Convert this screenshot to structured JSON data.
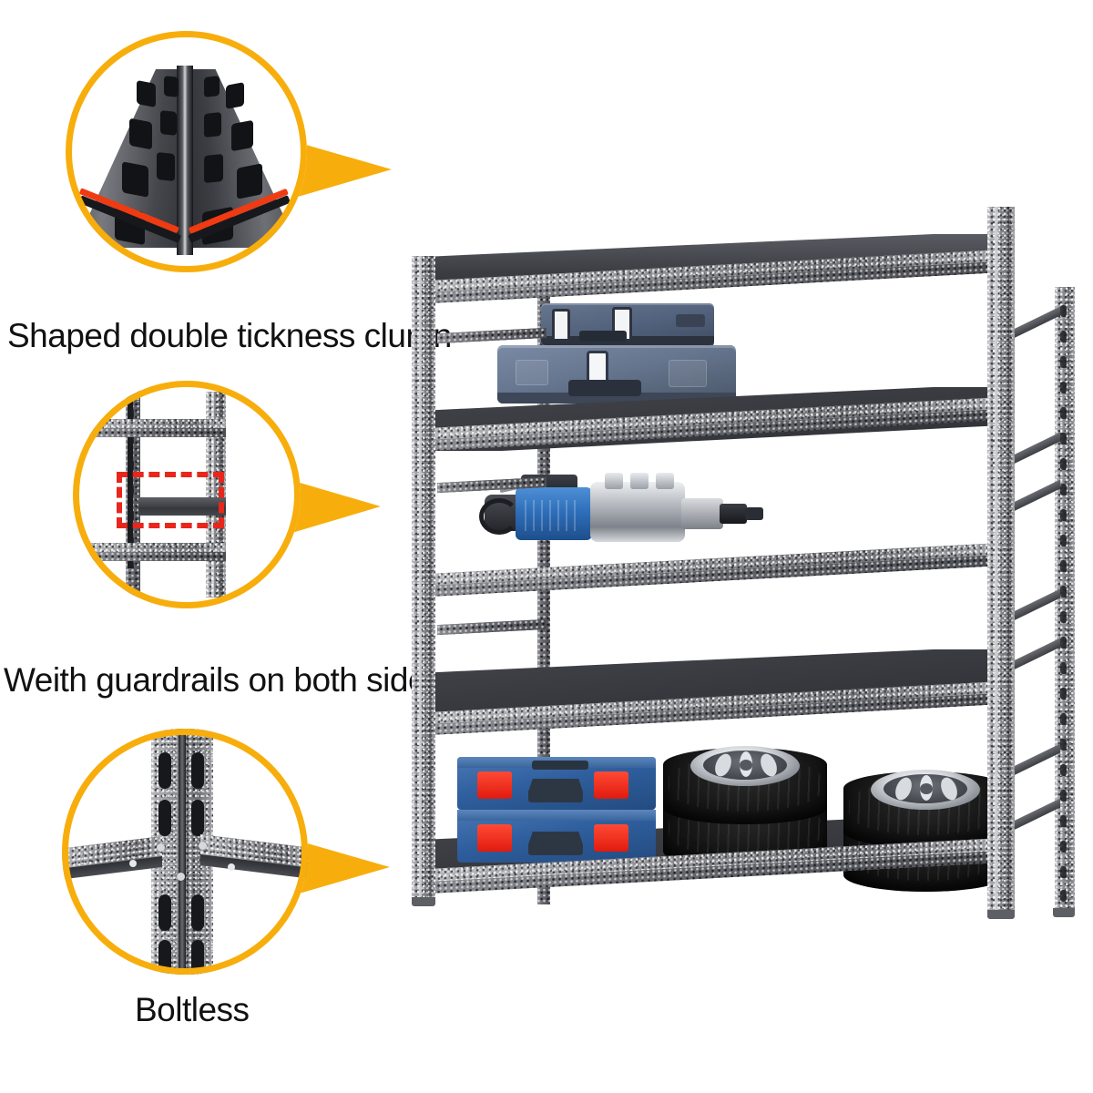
{
  "page": {
    "background_color": "#ffffff",
    "accent_color": "#F7AE0C",
    "highlight_red": "#E8261C",
    "edge_red": "#F03A12"
  },
  "features": [
    {
      "id": "feature-column",
      "caption": "Shaped double tickness clumn",
      "callout_icon": "column-corner-closeup",
      "marker": "red-edge-line",
      "pointer_direction": "right"
    },
    {
      "id": "feature-guardrails",
      "caption": "Weith guardrails on both sides",
      "callout_icon": "shelf-frame-closeup",
      "marker": "red-dashed-box",
      "pointer_direction": "right"
    },
    {
      "id": "feature-boltless",
      "caption": "Boltless",
      "callout_icon": "beam-post-joint-closeup",
      "marker": "none",
      "pointer_direction": "right"
    }
  ],
  "product": {
    "name": "boltless-steel-shelving-unit",
    "shelf_levels": 5,
    "frame_color": "#8e8f94",
    "deck_color": "#3a3c42",
    "items": [
      {
        "shelf": 2,
        "name": "blue-tool-case-stack",
        "count": 2,
        "color": "#6d7f9c"
      },
      {
        "shelf": 3,
        "name": "blue-silver-power-tool-motor",
        "count": 1,
        "color": "#2f6fba"
      },
      {
        "shelf": 5,
        "name": "blue-red-tool-box-stack",
        "count": 2,
        "color": "#2f5f9e"
      },
      {
        "shelf": 5,
        "name": "tire-with-alloy-wheel-stack",
        "count": 4,
        "color": "#151515"
      }
    ]
  }
}
